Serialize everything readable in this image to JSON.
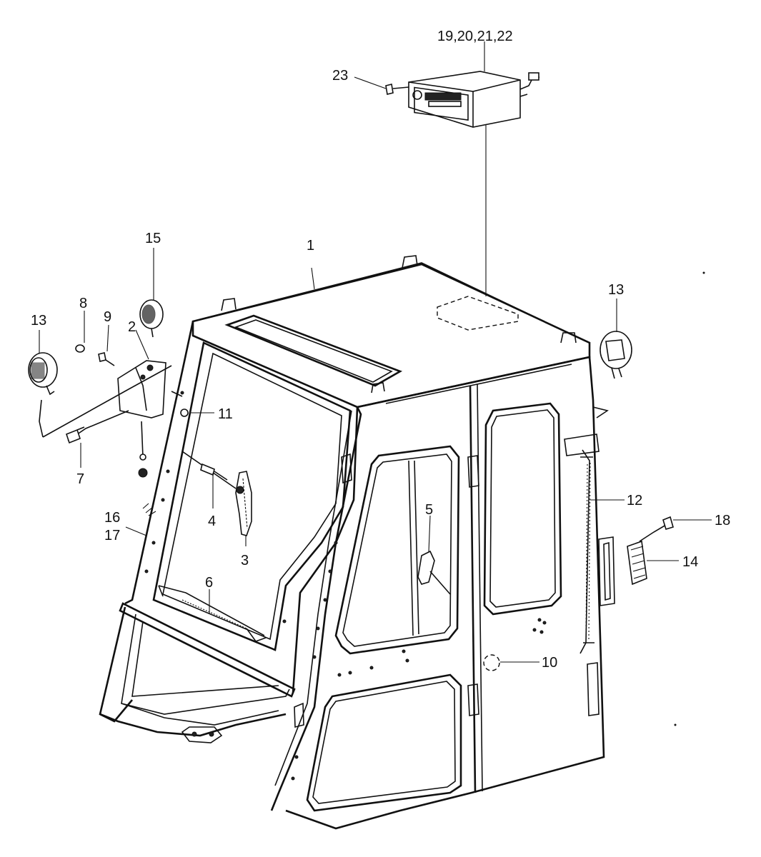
{
  "labels": {
    "l1": "1",
    "l2": "2",
    "l3": "3",
    "l4": "4",
    "l5": "5",
    "l6": "6",
    "l7": "7",
    "l8": "8",
    "l9": "9",
    "l10": "10",
    "l11": "11",
    "l12": "12",
    "l13a": "13",
    "l13b": "13",
    "l14": "14",
    "l15": "15",
    "l16": "16",
    "l17": "17",
    "l18": "18",
    "l19_22": "19,20,21,22",
    "l23": "23"
  }
}
